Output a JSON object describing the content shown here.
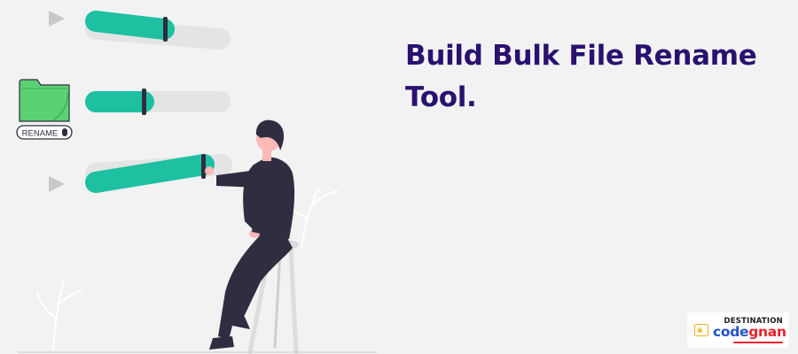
{
  "headline": "Build Bulk File Rename Tool.",
  "folder_label": "RENAME",
  "logo": {
    "top_text": "DESTINATION",
    "word_part1": "code",
    "word_part2": "gnan",
    "badge_icon": "certificate-icon"
  },
  "colors": {
    "headline": "#2a1170",
    "slider_fill": "#1ec0a2",
    "slider_track": "#e4e4e4",
    "folder": "#5bd174",
    "figure_clothes": "#2f2e41",
    "skin": "#ffb8b8",
    "logo_blue": "#2452c8",
    "logo_red": "#e9232c"
  },
  "sliders": [
    {
      "name": "slider-1",
      "fill": 0.55
    },
    {
      "name": "slider-2",
      "fill": 0.43
    },
    {
      "name": "slider-3",
      "fill": 0.82
    }
  ]
}
